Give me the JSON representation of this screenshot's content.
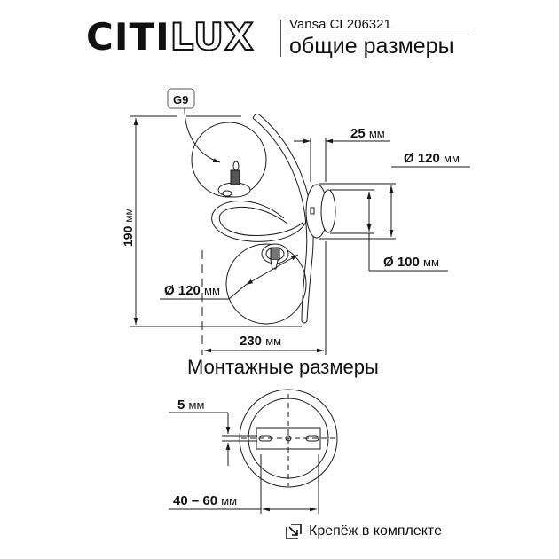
{
  "header": {
    "brand_left": "CITI",
    "brand_right": "LUX",
    "model": "Vansa CL206321",
    "subtitle": "общие размеры"
  },
  "diagram": {
    "socket_label": "G9",
    "height_dim": "190",
    "width_dim": "230",
    "depth_dim": "25",
    "base_outer_diam": "120",
    "base_inner_diam": "100",
    "globe_diam": "120",
    "unit": "мм",
    "diam_symbol": "Ø"
  },
  "mounting": {
    "title": "Монтажные размеры",
    "slot_dim": "5",
    "spacing_dim": "40 – 60",
    "unit": "мм"
  },
  "footer": {
    "icon": "mounting-kit-arrow-icon",
    "text": "Крепёж в комплекте"
  },
  "colors": {
    "line": "#1a1a1a",
    "text": "#111111",
    "background": "#ffffff"
  }
}
